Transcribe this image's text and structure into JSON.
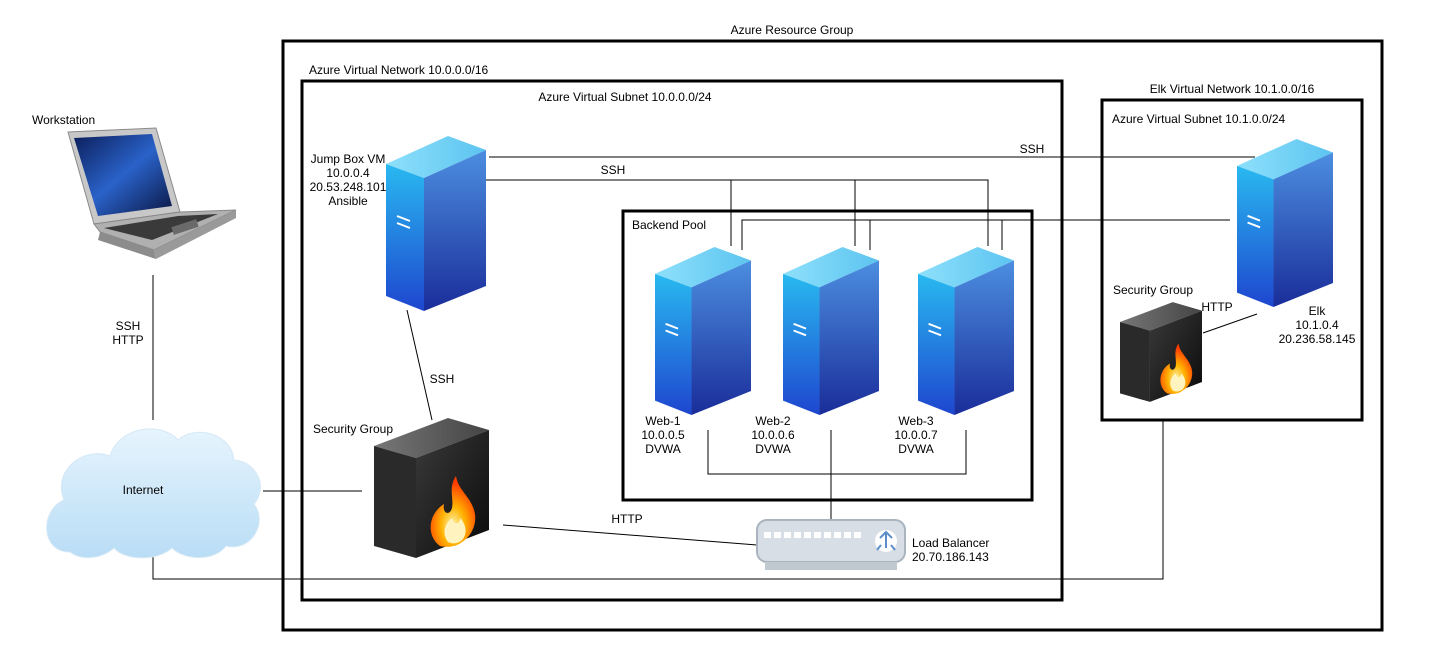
{
  "containers": {
    "resource_group": "Azure Resource Group",
    "vnet": "Azure Virtual Network 10.0.0.0/16",
    "subnet": "Azure Virtual Subnet 10.0.0.0/24",
    "backend_pool": "Backend Pool",
    "elk_vnet": "Elk Virtual Network 10.1.0.0/16",
    "elk_subnet": "Azure Virtual Subnet 10.1.0.0/24"
  },
  "nodes": {
    "workstation": "Workstation",
    "internet": "Internet",
    "jumpbox": {
      "name": "Jump Box VM",
      "ip_private": "10.0.0.4",
      "ip_public": "20.53.248.101",
      "role": "Ansible"
    },
    "web1": {
      "name": "Web-1",
      "ip": "10.0.0.5",
      "app": "DVWA"
    },
    "web2": {
      "name": "Web-2",
      "ip": "10.0.0.6",
      "app": "DVWA"
    },
    "web3": {
      "name": "Web-3",
      "ip": "10.0.0.7",
      "app": "DVWA"
    },
    "security_group_main": "Security Group",
    "security_group_elk": "Security Group",
    "load_balancer": {
      "name": "Load Balancer",
      "ip": "20.70.186.143"
    },
    "elk": {
      "name": "Elk",
      "ip_private": "10.1.0.4",
      "ip_public": "20.236.58.145"
    }
  },
  "edges": {
    "workstation_internet_1": "SSH",
    "workstation_internet_2": "HTTP",
    "jumpbox_elk": "SSH",
    "jumpbox_web": "SSH",
    "sg_jumpbox": "SSH",
    "sg_lb": "HTTP",
    "elk_sg": "HTTP"
  },
  "colors": {
    "server_front_top": "#1ba8e8",
    "server_front_bottom": "#1e4fd4",
    "server_side_top": "#3a7ad8",
    "server_side_bottom": "#1a2f9c",
    "server_top": "#7fd4f7",
    "firewall_body": "#1c1c1c",
    "flame": "#ff6a00",
    "cloud": "#cfe8fa",
    "line": "#000000"
  },
  "icons": [
    "laptop-icon",
    "cloud-icon",
    "server-icon",
    "firewall-icon",
    "load-balancer-icon"
  ]
}
